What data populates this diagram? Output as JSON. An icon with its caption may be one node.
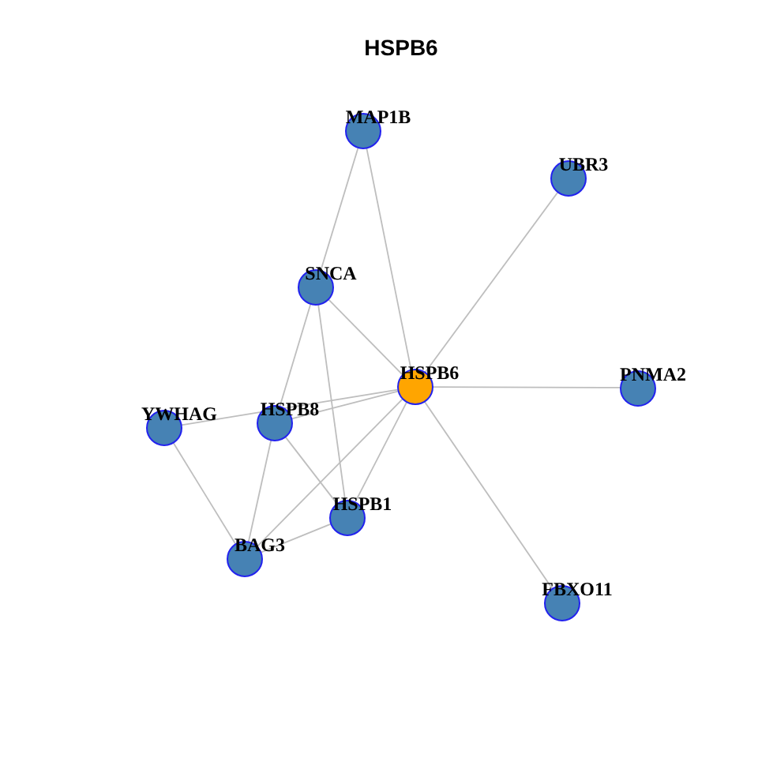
{
  "diagram": {
    "title": "HSPB6",
    "nodes": [
      {
        "text": [
          "MAP1B"
        ]
      },
      {
        "text": [
          "UBR3"
        ]
      },
      {
        "text": [
          "SNCA"
        ]
      },
      {
        "text": [
          "HSPB6"
        ]
      },
      {
        "text": [
          "PNMA2"
        ]
      },
      {
        "text": [
          "YWHAG"
        ]
      },
      {
        "text": [
          "HSPB8"
        ]
      },
      {
        "text": [
          "HSPB1"
        ]
      },
      {
        "text": [
          "BAG3"
        ]
      },
      {
        "text": [
          "FBXO11"
        ]
      }
    ],
    "edges": [
      {
        "from": 0,
        "to": 2,
        "arrow": "none"
      },
      {
        "from": 0,
        "to": 3,
        "arrow": "none"
      },
      {
        "from": 1,
        "to": 3,
        "arrow": "none"
      },
      {
        "from": 2,
        "to": 3,
        "arrow": "none"
      },
      {
        "from": 2,
        "to": 6,
        "arrow": "none"
      },
      {
        "from": 2,
        "to": 7,
        "arrow": "none"
      },
      {
        "from": 3,
        "to": 4,
        "arrow": "none"
      },
      {
        "from": 3,
        "to": 5,
        "arrow": "none"
      },
      {
        "from": 3,
        "to": 6,
        "arrow": "none"
      },
      {
        "from": 3,
        "to": 7,
        "arrow": "none"
      },
      {
        "from": 3,
        "to": 8,
        "arrow": "none"
      },
      {
        "from": 3,
        "to": 9,
        "arrow": "none"
      },
      {
        "from": 5,
        "to": 8,
        "arrow": "none"
      },
      {
        "from": 6,
        "to": 7,
        "arrow": "none"
      },
      {
        "from": 6,
        "to": 8,
        "arrow": "none"
      },
      {
        "from": 7,
        "to": 8,
        "arrow": "none"
      }
    ]
  }
}
